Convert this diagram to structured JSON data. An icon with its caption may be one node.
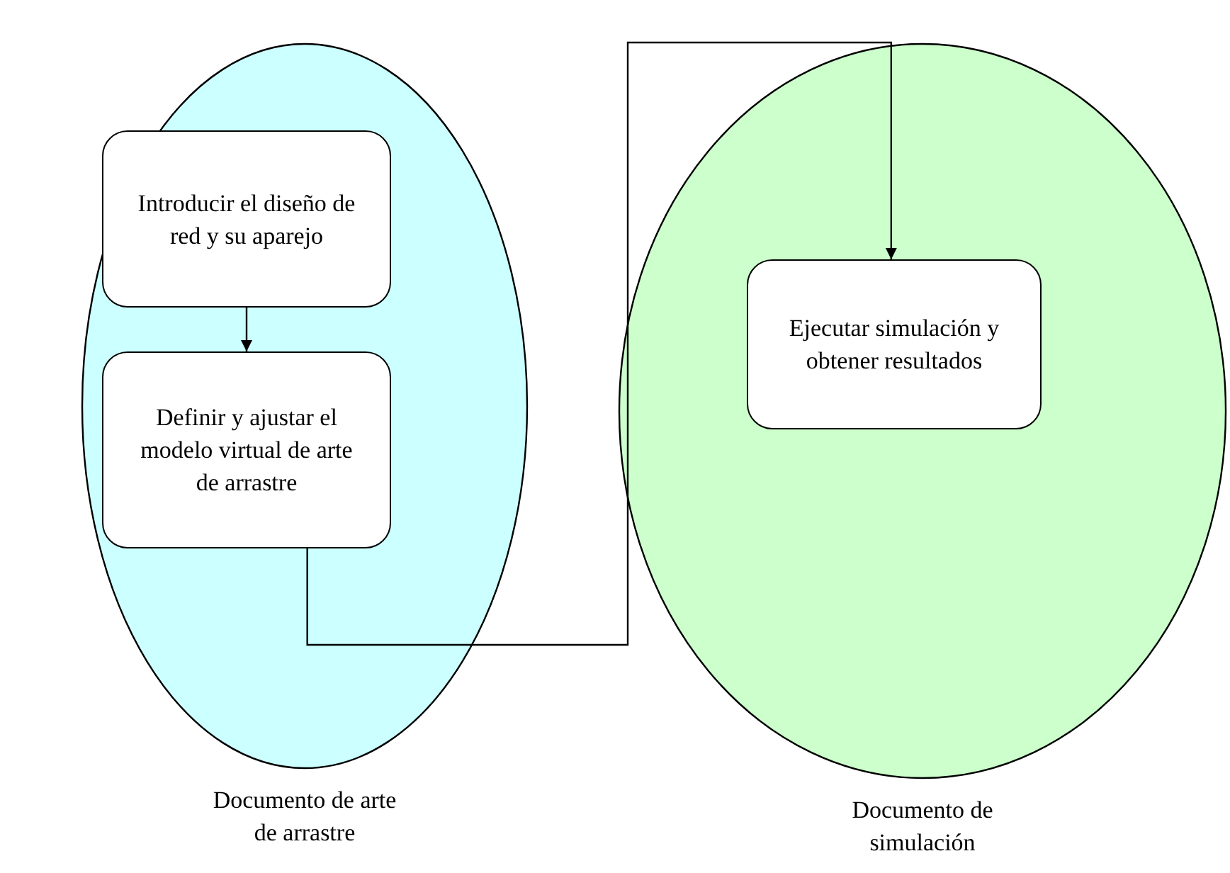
{
  "diagram": {
    "nodes": [
      {
        "text": [
          "Documento de arte de arrastre"
        ]
      },
      {
        "text": [
          "Introducir el diseño de red y su aparejo"
        ],
        "in": 0
      },
      {
        "text": [
          "Definir y ajustar el modelo virtual de arte de arrastre"
        ],
        "in": 0
      },
      {
        "text": [
          "Documento de simulación"
        ]
      },
      {
        "text": [
          "Ejecutar simulación y obtener resultados"
        ],
        "in": 3
      }
    ],
    "edges": [
      {
        "from": 1,
        "to": 2,
        "arrow": "to"
      },
      {
        "from": 2,
        "to": 4,
        "arrow": "to"
      }
    ]
  }
}
